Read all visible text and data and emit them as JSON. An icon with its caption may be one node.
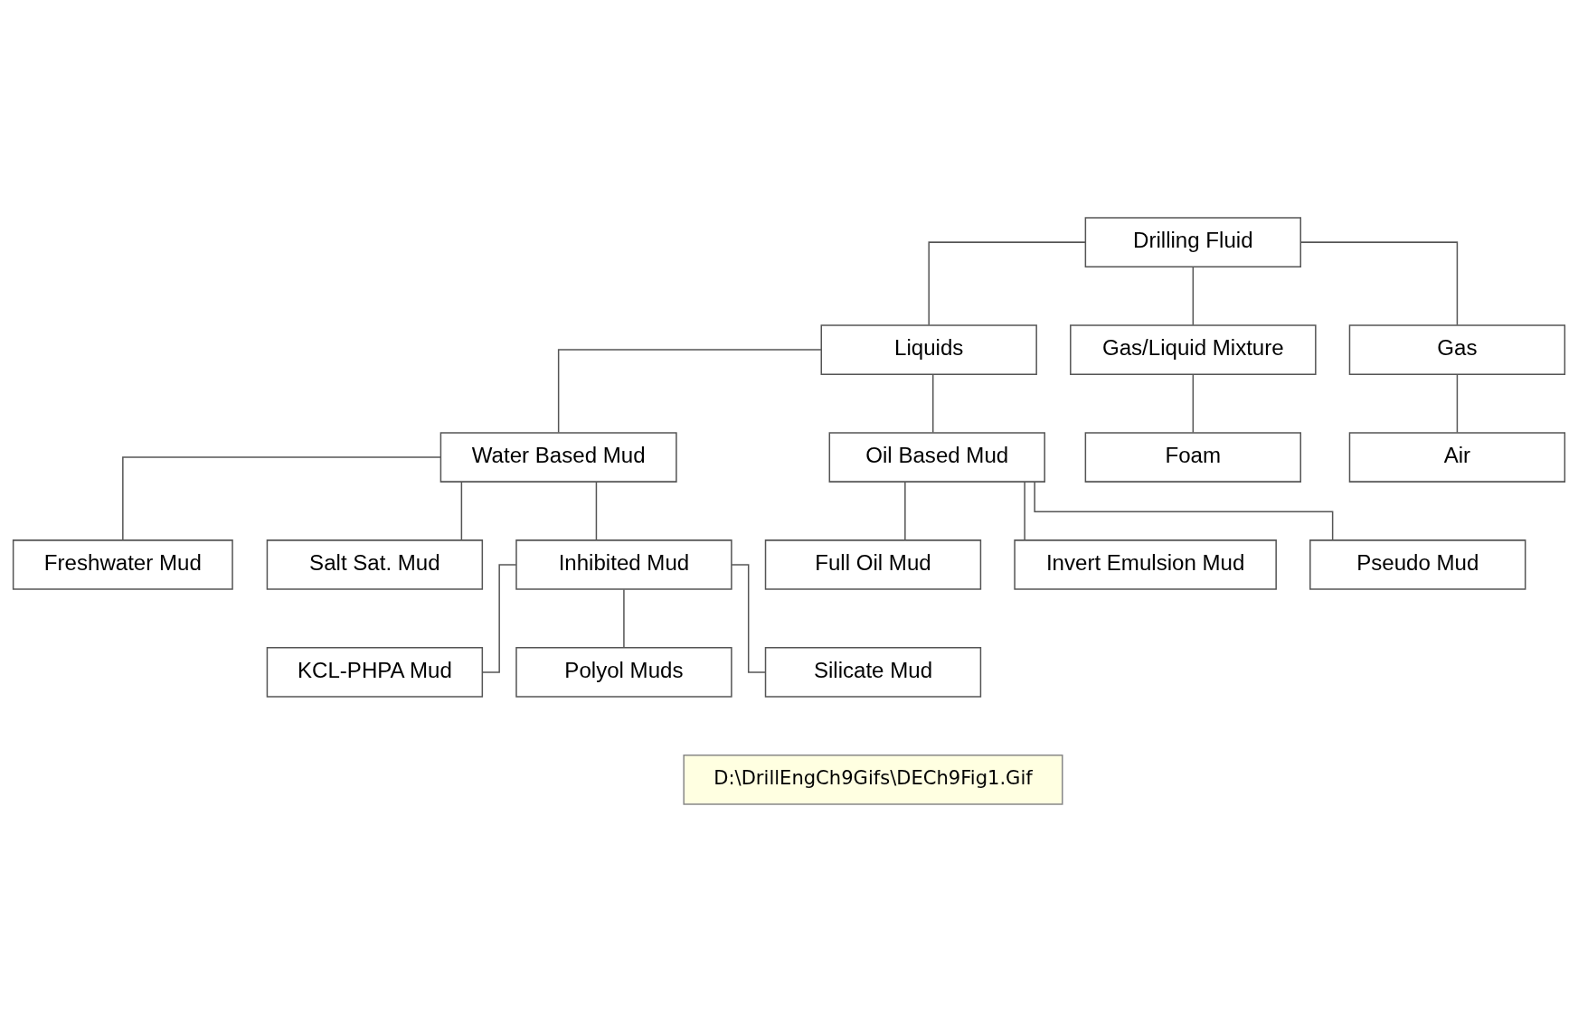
{
  "diagram": {
    "nodes": [
      {
        "text": [
          "Drilling Fluid"
        ]
      },
      {
        "text": [
          "Liquids"
        ]
      },
      {
        "text": [
          "Gas/Liquid Mixture"
        ]
      },
      {
        "text": [
          "Gas"
        ]
      },
      {
        "text": [
          "Foam"
        ]
      },
      {
        "text": [
          "Air"
        ]
      },
      {
        "text": [
          "Water Based Mud"
        ]
      },
      {
        "text": [
          "Oil Based Mud"
        ]
      },
      {
        "text": [
          "Freshwater Mud"
        ]
      },
      {
        "text": [
          "Salt Sat. Mud"
        ]
      },
      {
        "text": [
          "Inhibited Mud"
        ]
      },
      {
        "text": [
          "Full Oil Mud"
        ]
      },
      {
        "text": [
          "Invert Emulsion Mud"
        ]
      },
      {
        "text": [
          "Pseudo Mud"
        ]
      },
      {
        "text": [
          "KCL-PHPA Mud"
        ]
      },
      {
        "text": [
          "Polyol Muds"
        ]
      },
      {
        "text": [
          "Silicate Mud"
        ]
      }
    ],
    "edges": [
      {
        "from": 0,
        "to": 1,
        "arrow": "none"
      },
      {
        "from": 0,
        "to": 2,
        "arrow": "none"
      },
      {
        "from": 0,
        "to": 3,
        "arrow": "none"
      },
      {
        "from": 2,
        "to": 4,
        "arrow": "none"
      },
      {
        "from": 3,
        "to": 5,
        "arrow": "none"
      },
      {
        "from": 1,
        "to": 6,
        "arrow": "none"
      },
      {
        "from": 1,
        "to": 7,
        "arrow": "none"
      },
      {
        "from": 6,
        "to": 8,
        "arrow": "none"
      },
      {
        "from": 6,
        "to": 9,
        "arrow": "none"
      },
      {
        "from": 6,
        "to": 10,
        "arrow": "none"
      },
      {
        "from": 7,
        "to": 11,
        "arrow": "none"
      },
      {
        "from": 7,
        "to": 12,
        "arrow": "none"
      },
      {
        "from": 7,
        "to": 13,
        "arrow": "none"
      },
      {
        "from": 10,
        "to": 14,
        "arrow": "none"
      },
      {
        "from": 10,
        "to": 15,
        "arrow": "none"
      },
      {
        "from": 10,
        "to": 16,
        "arrow": "none"
      }
    ],
    "labels": [
      "D:\\DrillEngCh9Gifs\\DECh9Fig1.Gif"
    ]
  }
}
